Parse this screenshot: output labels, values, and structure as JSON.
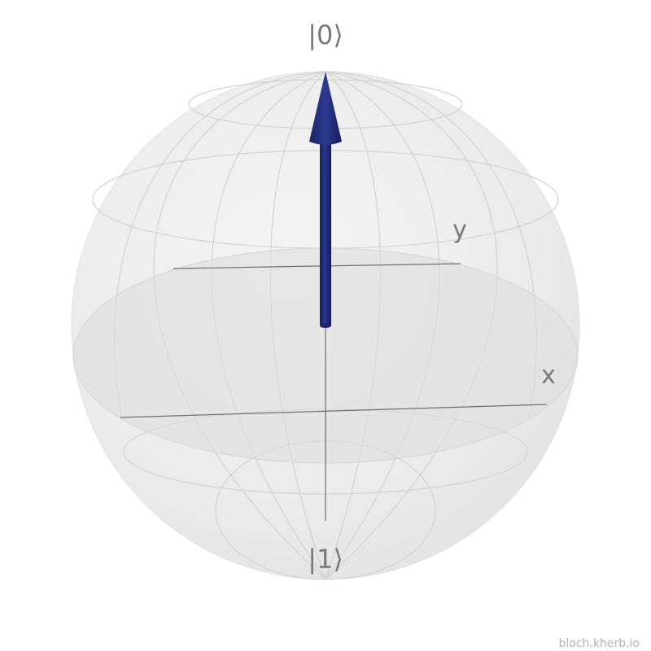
{
  "state_labels": {
    "top": "|0⟩",
    "bottom": "|1⟩"
  },
  "axis_labels": {
    "x": "x",
    "y": "y"
  },
  "watermark": "bloch.kherb.io",
  "state_vector": {
    "theta_deg": 0,
    "phi_deg": 0
  },
  "colors": {
    "vector": "#1e2a78",
    "vector_dark": "#141d5c",
    "sphere_fill": "#e9e9e9",
    "equator_fill": "#d9d9d9",
    "grid": "#cfcfcf",
    "axis": "#6e6e6e",
    "label": "#7a7a7a"
  }
}
